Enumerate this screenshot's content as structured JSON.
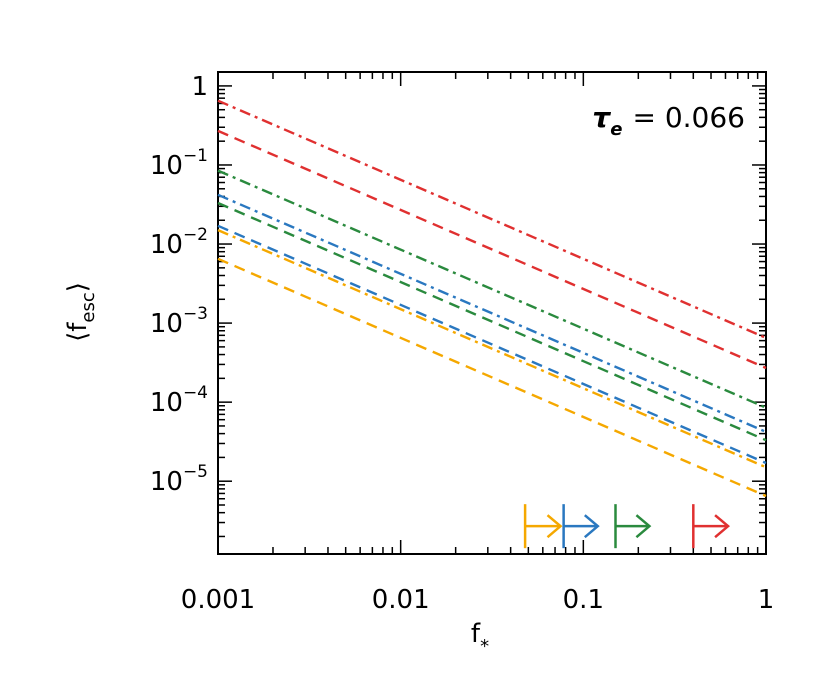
{
  "chart_data": {
    "type": "line",
    "xscale": "log",
    "yscale": "log",
    "xlim": [
      0.001,
      1
    ],
    "ylim": [
      1.2e-06,
      1.5
    ],
    "xlabel_main": "f",
    "xlabel_sub": "*",
    "ylabel_main": "⟨f",
    "ylabel_sub": "esc",
    "ylabel_close": "⟩",
    "x_ticks": [
      {
        "value": 0.001,
        "label": "0.001"
      },
      {
        "value": 0.01,
        "label": "0.01"
      },
      {
        "value": 0.1,
        "label": "0.1"
      },
      {
        "value": 1,
        "label": "1"
      }
    ],
    "y_ticks": [
      {
        "value": 1,
        "base": "1",
        "exp": ""
      },
      {
        "value": 0.1,
        "base": "10",
        "exp": "−1"
      },
      {
        "value": 0.01,
        "base": "10",
        "exp": "−2"
      },
      {
        "value": 0.001,
        "base": "10",
        "exp": "−3"
      },
      {
        "value": 0.0001,
        "base": "10",
        "exp": "−4"
      },
      {
        "value": 1e-05,
        "base": "10",
        "exp": "−5"
      }
    ],
    "annotation": {
      "symbol": "τ",
      "sub": "e",
      "text": "= 0.066"
    },
    "series": [
      {
        "color": "#e03030",
        "dash": "dashdot",
        "x": [
          0.001,
          1
        ],
        "y": [
          0.65,
          0.00065
        ]
      },
      {
        "color": "#e03030",
        "dash": "dash",
        "x": [
          0.001,
          1
        ],
        "y": [
          0.27,
          0.00027
        ]
      },
      {
        "color": "#2a8a3e",
        "dash": "dashdot",
        "x": [
          0.001,
          1
        ],
        "y": [
          0.085,
          8.5e-05
        ]
      },
      {
        "color": "#2a8a3e",
        "dash": "dash",
        "x": [
          0.001,
          1
        ],
        "y": [
          0.033,
          3.3e-05
        ]
      },
      {
        "color": "#2a78c0",
        "dash": "dashdot",
        "x": [
          0.001,
          1
        ],
        "y": [
          0.042,
          4.2e-05
        ]
      },
      {
        "color": "#2a78c0",
        "dash": "dash",
        "x": [
          0.001,
          1
        ],
        "y": [
          0.017,
          1.7e-05
        ]
      },
      {
        "color": "#f5a800",
        "dash": "dashdot",
        "x": [
          0.001,
          1
        ],
        "y": [
          0.015,
          1.5e-05
        ]
      },
      {
        "color": "#f5a800",
        "dash": "dash",
        "x": [
          0.001,
          1
        ],
        "y": [
          0.0065,
          6.5e-06
        ]
      }
    ],
    "arrows": [
      {
        "color": "#f5a800",
        "x_start": 0.048,
        "x_end": 0.075,
        "y": 2.7e-06
      },
      {
        "color": "#2a78c0",
        "x_start": 0.078,
        "x_end": 0.12,
        "y": 2.7e-06
      },
      {
        "color": "#2a8a3e",
        "x_start": 0.15,
        "x_end": 0.23,
        "y": 2.7e-06
      },
      {
        "color": "#e03030",
        "x_start": 0.4,
        "x_end": 0.62,
        "y": 2.7e-06
      }
    ]
  }
}
